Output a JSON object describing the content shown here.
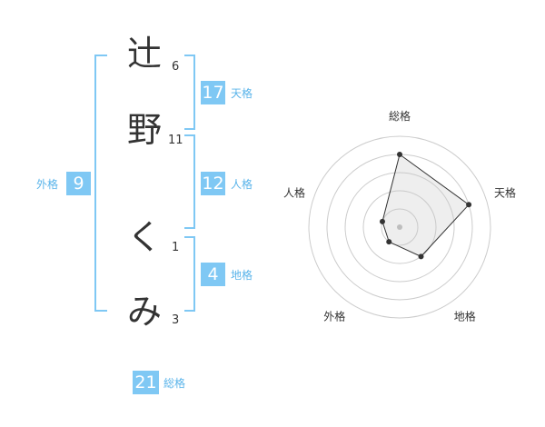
{
  "name": {
    "chars": [
      {
        "char": "辻",
        "strokes": "6"
      },
      {
        "char": "野",
        "strokes": "11"
      },
      {
        "char": "く",
        "strokes": "1"
      },
      {
        "char": "み",
        "strokes": "3"
      }
    ]
  },
  "fortune": {
    "tenkaku": {
      "value": "17",
      "label": "天格"
    },
    "jinkaku": {
      "value": "12",
      "label": "人格"
    },
    "chikaku": {
      "value": "4",
      "label": "地格"
    },
    "gaikaku": {
      "value": "9",
      "label": "外格"
    },
    "soukaku": {
      "value": "21",
      "label": "総格"
    }
  },
  "colors": {
    "accent": "#7fc8f4",
    "label": "#5ab4ea",
    "text": "#333333"
  },
  "chart_data": {
    "type": "radar",
    "axes": [
      "総格",
      "天格",
      "地格",
      "外格",
      "人格"
    ],
    "values": [
      4,
      4,
      2,
      1,
      1
    ],
    "max": 5,
    "rings": 5
  }
}
